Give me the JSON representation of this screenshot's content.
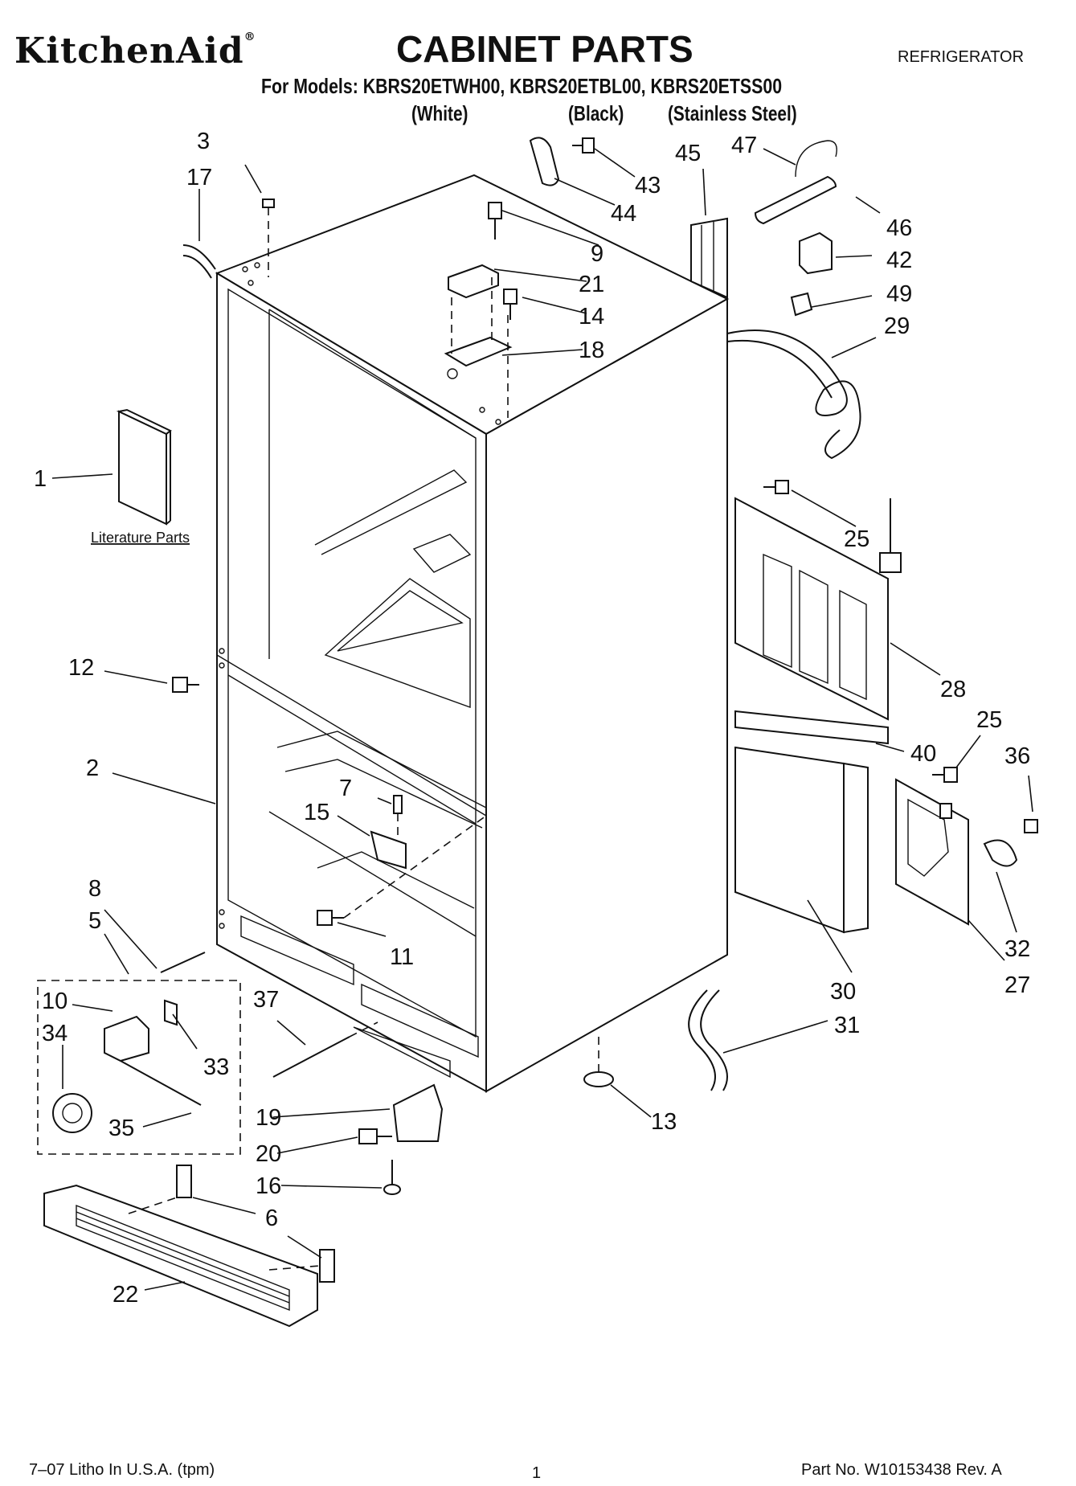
{
  "header": {
    "brand": "KitchenAid",
    "brand_mark": "®",
    "title": "CABINET PARTS",
    "appliance": "REFRIGERATOR",
    "models_line": "For Models: KBRS20ETWH00, KBRS20ETBL00, KBRS20ETSS00",
    "variants": [
      "(White)",
      "(Black)",
      "(Stainless Steel)"
    ]
  },
  "diagram": {
    "literature_label": "Literature Parts",
    "callouts": [
      "1",
      "2",
      "3",
      "5",
      "6",
      "7",
      "8",
      "9",
      "10",
      "11",
      "12",
      "13",
      "14",
      "15",
      "16",
      "17",
      "18",
      "19",
      "20",
      "21",
      "22",
      "25",
      "25",
      "27",
      "28",
      "29",
      "30",
      "31",
      "32",
      "33",
      "34",
      "35",
      "36",
      "37",
      "40",
      "42",
      "43",
      "44",
      "45",
      "46",
      "47",
      "49"
    ]
  },
  "footer": {
    "litho": "7–07 Litho In U.S.A. (tpm)",
    "page_number": "1",
    "part_number": "Part No. W10153438 Rev. A"
  }
}
